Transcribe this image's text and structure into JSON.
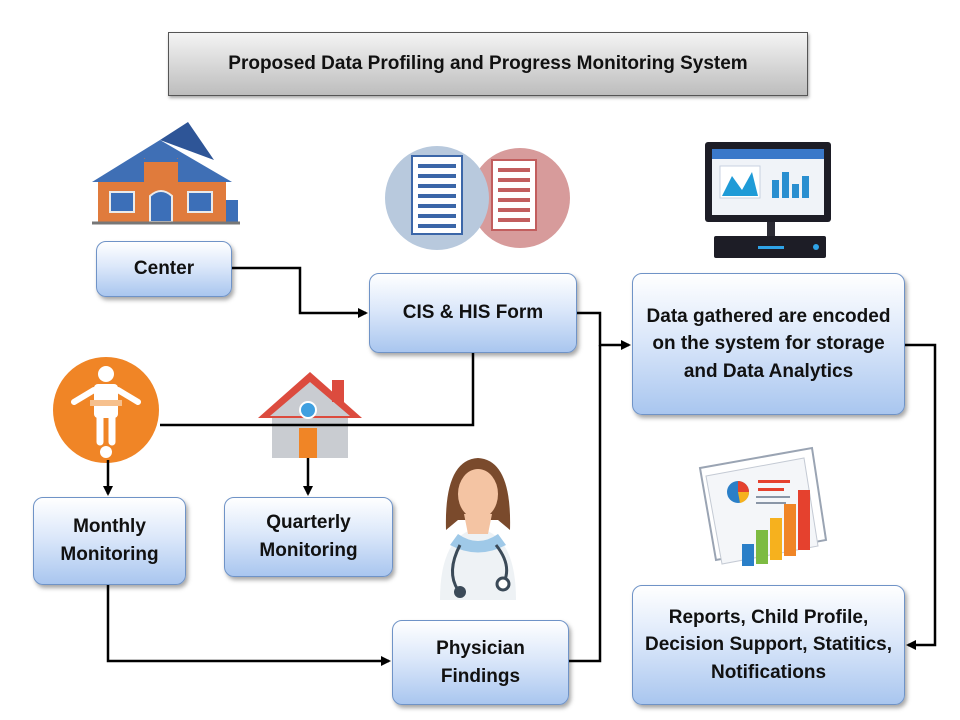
{
  "title": "Proposed Data Profiling and Progress Monitoring System",
  "nodes": {
    "center": "Center",
    "cis_his_form": "CIS & HIS Form",
    "data_gathered": "Data gathered are encoded on the system for storage and Data Analytics",
    "monthly": "Monthly Monitoring",
    "quarterly": "Quarterly Monitoring",
    "physician": "Physician Findings",
    "reports": "Reports, Child Profile, Decision Support, Statitics, Notifications"
  },
  "icons": [
    "school-building-icon",
    "documents-icon",
    "computer-monitor-icon",
    "child-measurement-icon",
    "house-icon",
    "physician-icon",
    "report-charts-icon"
  ]
}
